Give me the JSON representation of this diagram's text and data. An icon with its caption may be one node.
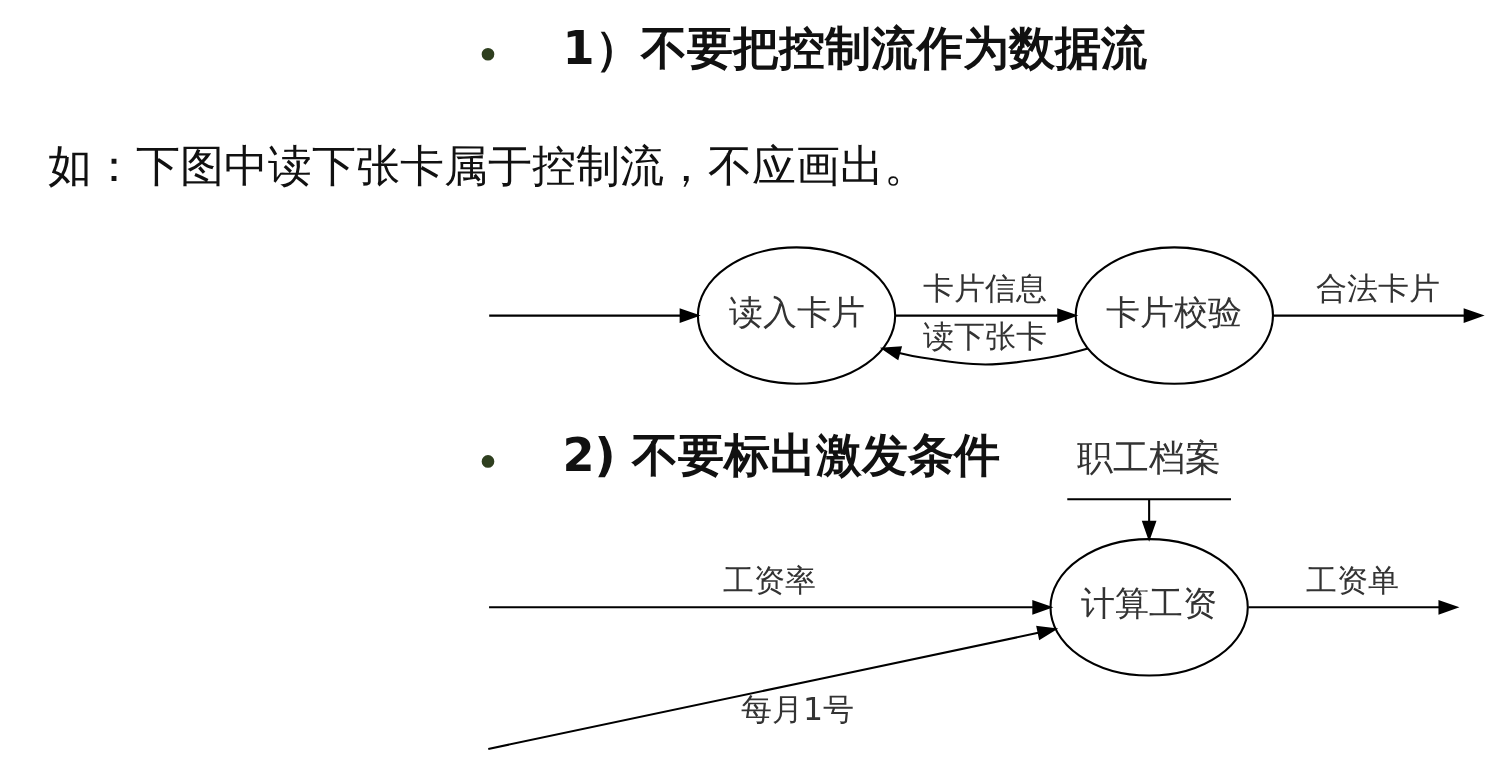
{
  "diagram": {
    "nodes": [
      {
        "text": [
          "读入卡片"
        ]
      },
      {
        "text": [
          "卡片校验"
        ]
      },
      {
        "text": [
          "职工档案"
        ]
      },
      {
        "text": [
          "计算工资"
        ]
      }
    ],
    "edges": [
      {
        "from": null,
        "to": 0,
        "arrow": "to"
      },
      {
        "from": 0,
        "to": 1,
        "arrow": "to",
        "label": "卡片信息"
      },
      {
        "from": 1,
        "to": null,
        "arrow": "to",
        "label": "合法卡片"
      },
      {
        "from": 1,
        "to": 0,
        "arrow": "to",
        "label": "读下张卡"
      },
      {
        "from": 2,
        "to": 3,
        "arrow": "to"
      },
      {
        "from": null,
        "to": 3,
        "arrow": "to",
        "label": "每月1号"
      },
      {
        "from": null,
        "to": 3,
        "arrow": "to",
        "label": "工资率"
      },
      {
        "from": 3,
        "to": null,
        "arrow": "to",
        "label": "工资单"
      }
    ],
    "labels": [
      "1）不要把控制流作为数据流",
      "如：下图中读下张卡属于控制流，不应画出。",
      "2) 不要标出激发条件"
    ]
  }
}
